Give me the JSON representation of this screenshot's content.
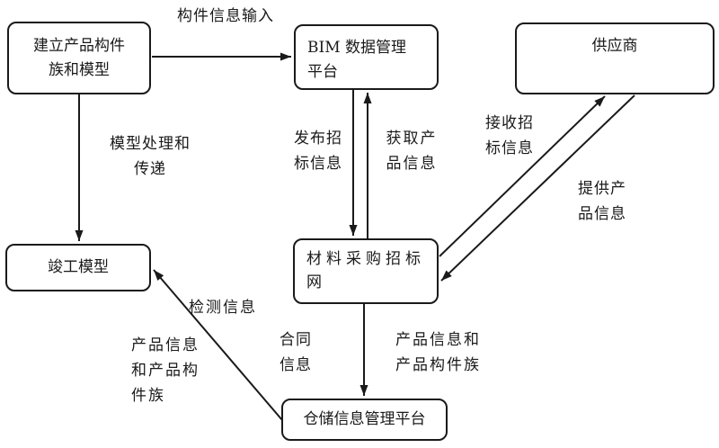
{
  "diagram": {
    "nodes": {
      "create_model": {
        "label": "建立产品构件\n族和模型"
      },
      "bim_platform": {
        "label": "BIM 数据管理\n平台"
      },
      "supplier": {
        "label": "供应商"
      },
      "as_built_model": {
        "label": "竣工模型"
      },
      "bidding_site": {
        "label": "材料采购招标\n网"
      },
      "warehouse_platform": {
        "label": "仓储信息管理平台"
      }
    },
    "edge_labels": {
      "component_info_input": "构件信息输入",
      "model_process_transfer": "模型处理和\n传递",
      "publish_bid_info": "发布招\n标信息",
      "obtain_product_info": "获取产\n品信息",
      "receive_bid_info": "接收招\n标信息",
      "provide_product_info": "提供产\n品信息",
      "detection_info": "检测信息",
      "contract_info": "合同\n信息",
      "product_info_and_component_family": "产品信息和\n产品构件族",
      "product_info_and_component_family_left": "产品信息\n和产品构\n件族"
    },
    "colors": {
      "line": "#1a1a1a",
      "background": "#ffffff"
    }
  }
}
